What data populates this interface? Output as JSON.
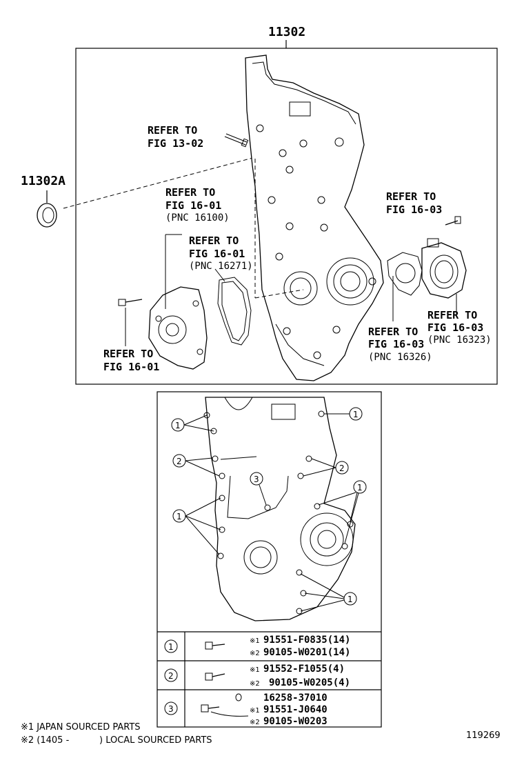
{
  "main_part_number": "11302",
  "seal_part_number": "11302A",
  "refs": {
    "fig_13_02": {
      "line1": "REFER TO",
      "line2": "FIG 13-02"
    },
    "fig_16_01_a": {
      "line1": "REFER TO",
      "line2": "FIG 16-01",
      "line3": "(PNC 16100)"
    },
    "fig_16_01_b": {
      "line1": "REFER TO",
      "line2": "FIG 16-01",
      "line3": "(PNC 16271)"
    },
    "fig_16_01_c": {
      "line1": "REFER TO",
      "line2": "FIG 16-01"
    },
    "fig_16_03_a": {
      "line1": "REFER TO",
      "line2": "FIG 16-03"
    },
    "fig_16_03_b": {
      "line1": "REFER TO",
      "line2": "FIG 16-03",
      "line3": "(PNC 16326)"
    },
    "fig_16_03_c": {
      "line1": "REFER TO",
      "line2": "FIG 16-03",
      "line3": "(PNC 16323)"
    }
  },
  "callouts": [
    "1",
    "2",
    "3"
  ],
  "bolt_table": [
    {
      "no": "1",
      "lines": [
        {
          "mark": "※1",
          "text": "91551-F0835(14)"
        },
        {
          "mark": "※2",
          "text": "90105-W0201(14)"
        }
      ]
    },
    {
      "no": "2",
      "lines": [
        {
          "mark": "※1",
          "text": "91552-F1055(4)"
        },
        {
          "mark": "※2",
          "text": "90105-W0205(4)"
        }
      ]
    },
    {
      "no": "3",
      "lines": [
        {
          "mark": "",
          "text": "16258-37010"
        },
        {
          "mark": "※1",
          "text": "91551-J0640"
        },
        {
          "mark": "※2",
          "text": "90105-W0203"
        }
      ]
    }
  ],
  "footnotes": {
    "note1": "※1 JAPAN SOURCED PARTS",
    "note2_a": "※2 (1405 -",
    "note2_b": ") LOCAL SOURCED PARTS"
  },
  "figure_id": "119269"
}
